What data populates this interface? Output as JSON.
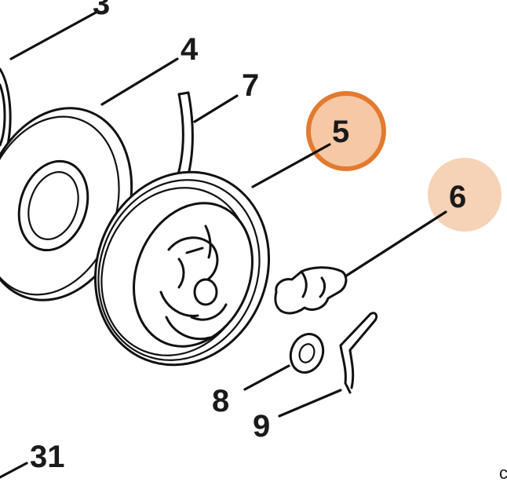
{
  "callouts": [
    {
      "id": "3",
      "label": "3"
    },
    {
      "id": "4",
      "label": "4"
    },
    {
      "id": "7",
      "label": "7"
    },
    {
      "id": "5",
      "label": "5"
    },
    {
      "id": "6",
      "label": "6"
    },
    {
      "id": "8",
      "label": "8"
    },
    {
      "id": "9",
      "label": "9"
    },
    {
      "id": "31",
      "label": "31"
    }
  ],
  "highlight_colors": {
    "selected_ring": "#e37a2e",
    "selected_fill": "#f6c8a6",
    "secondary_fill": "#f6d2b6"
  },
  "corner_fragment": "c"
}
